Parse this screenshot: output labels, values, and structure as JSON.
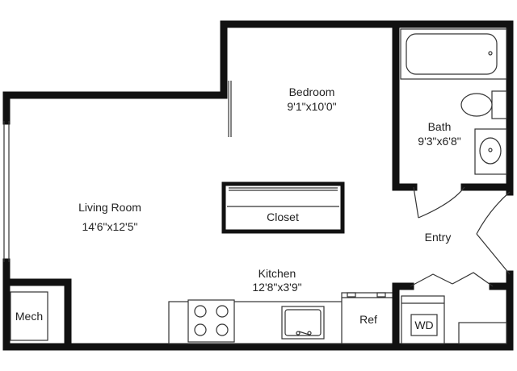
{
  "rooms": {
    "bedroom": {
      "name": "Bedroom",
      "dims": "9'1\"x10'0\""
    },
    "bath": {
      "name": "Bath",
      "dims": "9'3\"x6'8\""
    },
    "living": {
      "name": "Living Room",
      "dims": "14'6\"x12'5\""
    },
    "kitchen": {
      "name": "Kitchen",
      "dims": "12'8\"x3'9\""
    }
  },
  "labels": {
    "closet": "Closet",
    "entry": "Entry",
    "mech": "Mech",
    "ref": "Ref",
    "wd": "WD"
  },
  "colors": {
    "wall": "#111111",
    "line": "#333333",
    "background": "#ffffff"
  }
}
